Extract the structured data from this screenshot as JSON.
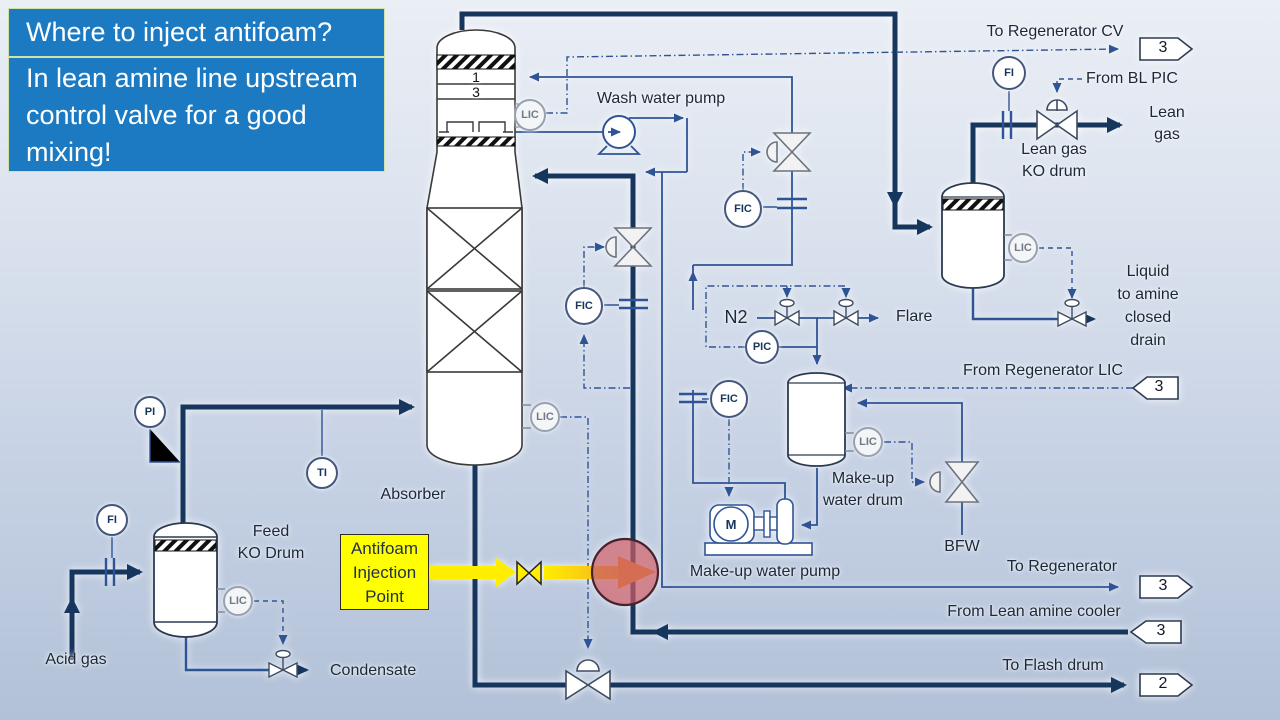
{
  "title": {
    "line1": "Where to inject antifoam?",
    "line2": "In lean amine line upstream control valve for a good mixing!"
  },
  "labels": {
    "wash_water_pump": "Wash water pump",
    "to_regenerator_cv": "To Regenerator CV",
    "from_bl_pic": "From BL PIC",
    "lean_gas_1": "Lean",
    "lean_gas_2": "gas",
    "lean_gas_ko_drum_1": "Lean gas",
    "lean_gas_ko_drum_2": "KO drum",
    "liquid_drain_1": "Liquid",
    "liquid_drain_2": "to amine",
    "liquid_drain_3": "closed",
    "liquid_drain_4": "drain",
    "n2": "N2",
    "flare": "Flare",
    "from_regenerator_lic": "From Regenerator LIC",
    "make_up_water_drum_1": "Make-up",
    "make_up_water_drum_2": "water drum",
    "make_up_water_pump": "Make-up water pump",
    "bfw": "BFW",
    "to_regenerator": "To Regenerator",
    "from_lean_amine_cooler": "From Lean amine cooler",
    "to_flash_drum": "To Flash drum",
    "absorber": "Absorber",
    "acid_gas": "Acid gas",
    "condensate": "Condensate",
    "feed_ko_drum_1": "Feed",
    "feed_ko_drum_2": "KO Drum",
    "antifoam_1": "Antifoam",
    "antifoam_2": "Injection",
    "antifoam_3": "Point",
    "tray_1": "1",
    "tray_3": "3"
  },
  "instruments": {
    "lic": "LIC",
    "fic": "FIC",
    "pic": "PIC",
    "pi": "PI",
    "ti": "TI",
    "fi": "FI",
    "motor": "M"
  },
  "flags": {
    "to_regenerator_cv": "3",
    "from_regenerator_lic": "3",
    "to_regenerator": "3",
    "from_lean_amine_cooler": "3",
    "to_flash_drum": "2"
  },
  "colors": {
    "line_thick": "#17365d",
    "line_thin": "#2f5496",
    "title_bg": "#1b7ac2",
    "antifoam_bg": "#ffff00",
    "arrow_orange": "#f49b1f",
    "highlight_red": "#c85f6e"
  }
}
